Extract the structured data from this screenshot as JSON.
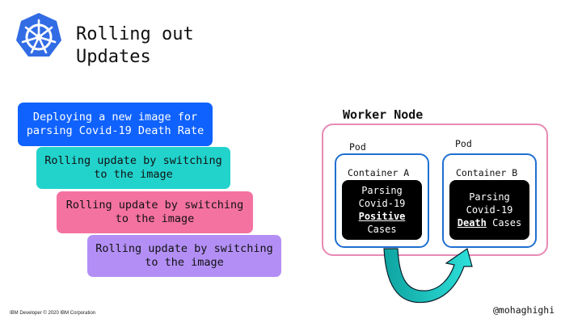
{
  "slide": {
    "title": "Rolling out\nUpdates",
    "footer": "IBM Developer © 2020 IBM Corporation",
    "handle": "@mohaghighi"
  },
  "steps": [
    {
      "text": "Deploying a new image for\nparsing Covid-19 Death Rate",
      "color": "#0f62fe"
    },
    {
      "text": "Rolling update by switching\nto the image",
      "color": "#22d3cc"
    },
    {
      "text": "Rolling update by switching\nto the image",
      "color": "#f472a0"
    },
    {
      "text": "Rolling update by switching\nto the image",
      "color": "#b38ff5"
    }
  ],
  "worker_node": {
    "title": "Worker Node",
    "pods": [
      {
        "label": "Pod",
        "container_label": "Container A",
        "line1": "Parsing",
        "line2": "Covid-19",
        "keyword": "Positive",
        "line4": "Cases"
      },
      {
        "label": "Pod",
        "container_label": "Container B",
        "line1": "Parsing",
        "line2": "Covid-19",
        "keyword": "Death",
        "line4": " Cases"
      }
    ]
  },
  "icons": {
    "logo": "kubernetes-helm-wheel-icon",
    "arrow": "curved-arrow-icon"
  },
  "colors": {
    "worker_border": "#e88ab4",
    "pod_border": "#1f6fd1",
    "arrow": "#22d3cc"
  }
}
